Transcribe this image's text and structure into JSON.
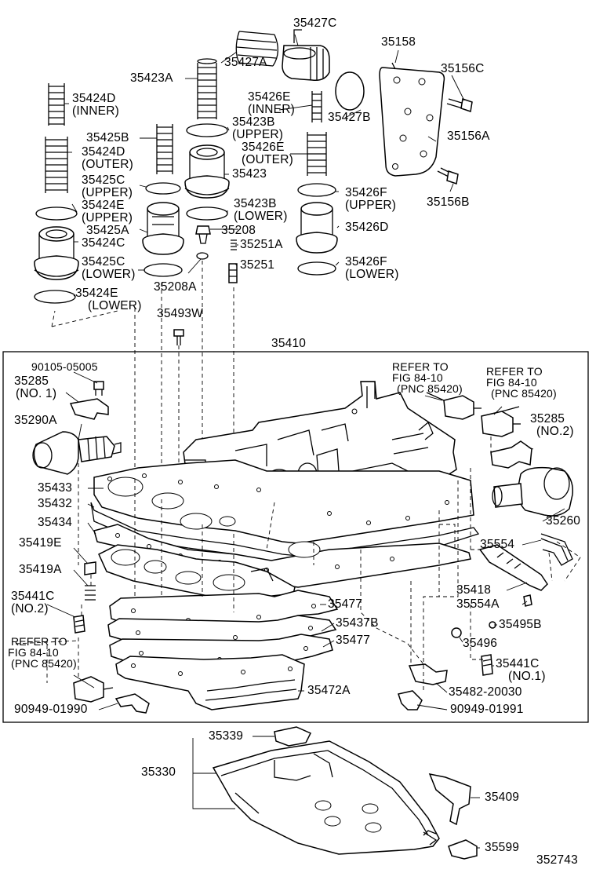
{
  "callouts": {
    "p35427C": "35427C",
    "p35427A": "35427A",
    "p35158": "35158",
    "p35156C": "35156C",
    "p35423A": "35423A",
    "p35424D_inner_num": "35424D",
    "p35424D_inner_note": "(INNER)",
    "p35426E_inner_num": "35426E",
    "p35426E_inner_note": "(INNER)",
    "p35427B": "35427B",
    "p35425B": "35425B",
    "p35423B_upper_num": "35423B",
    "p35423B_upper_note": "(UPPER)",
    "p35156A": "35156A",
    "p35424D_outer_num": "35424D",
    "p35424D_outer_note": "(OUTER)",
    "p35426E_outer_num": "35426E",
    "p35426E_outer_note": "(OUTER)",
    "p35423": "35423",
    "p35425C_upper_num": "35425C",
    "p35425C_upper_note": "(UPPER)",
    "p35426F_upper_num": "35426F",
    "p35426F_upper_note": "(UPPER)",
    "p35156B": "35156B",
    "p35424E_upper_num": "35424E",
    "p35424E_upper_note": "(UPPER)",
    "p35423B_lower_num": "35423B",
    "p35423B_lower_note": "(LOWER)",
    "p35425A": "35425A",
    "p35208": "35208",
    "p35426D": "35426D",
    "p35424C": "35424C",
    "p35251A": "35251A",
    "p35425C_lower_num": "35425C",
    "p35425C_lower_note": "(LOWER)",
    "p35251": "35251",
    "p35426F_lower_num": "35426F",
    "p35426F_lower_note": "(LOWER)",
    "p35208A": "35208A",
    "p35424E_lower_num": "35424E",
    "p35424E_lower_note": "(LOWER)",
    "p35493W": "35493W",
    "p35410": "35410",
    "p90105": "90105-05005",
    "ref1_a": "REFER TO",
    "ref1_b": "FIG 84-10",
    "ref1_c": "(PNC 85420)",
    "ref2_a": "REFER TO",
    "ref2_b": "FIG 84-10",
    "ref2_c": "(PNC 85420)",
    "p35285_no1_num": "35285",
    "p35285_no1_note": "(NO. 1)",
    "p35285_no2_num": "35285",
    "p35285_no2_note": "(NO.2)",
    "p35290A": "35290A",
    "p35433": "35433",
    "p35432": "35432",
    "p35260": "35260",
    "p35434": "35434",
    "p35419E": "35419E",
    "p35554": "35554",
    "p35419A": "35419A",
    "p35418": "35418",
    "p35441C_no2_num": "35441C",
    "p35441C_no2_note": "(NO.2)",
    "p35554A": "35554A",
    "p35477_a": "35477",
    "p35437B": "35437B",
    "p35495B": "35495B",
    "ref3_a": "REFER TO",
    "ref3_b": "FIG 84-10",
    "ref3_c": "(PNC 85420)",
    "p35477_b": "35477",
    "p35496": "35496",
    "p35441C_no1_num": "35441C",
    "p35441C_no1_note": "(NO.1)",
    "p35472A": "35472A",
    "p35482": "35482-20030",
    "p90949_01990": "90949-01990",
    "p90949_01991": "90949-01991",
    "p35339": "35339",
    "p35330": "35330",
    "p35409": "35409",
    "p35599": "35599",
    "figure_number": "352743"
  }
}
